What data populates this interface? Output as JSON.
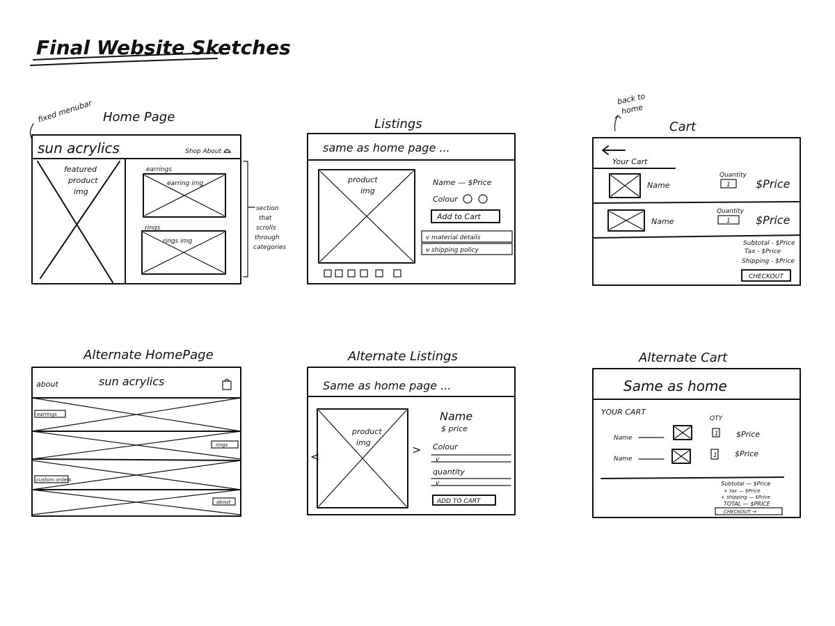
{
  "page_title": "Final Website Sketches",
  "frames": {
    "home": {
      "title": "Home Page",
      "note_fixed_menubar": "fixed menubar",
      "brand": "sun acrylics",
      "nav": "Shop About",
      "featured": [
        "featured",
        "product",
        "img"
      ],
      "earrings_label": "earrings",
      "earrings_img": "earring img",
      "rings_label": "rings",
      "rings_img": "rings img",
      "side_note": [
        "section",
        "that",
        "scrolls",
        "through",
        "categories"
      ]
    },
    "listings": {
      "title": "Listings",
      "header": "same as home page ...",
      "product_img": [
        "product",
        "img"
      ],
      "name_price": "Name — $Price",
      "colour": "Colour",
      "add_to_cart": "Add to Cart",
      "accordion": [
        "v material details",
        "v shipping policy"
      ],
      "thumbnails": 6
    },
    "cart": {
      "title": "Cart",
      "note_back": [
        "back to",
        "home"
      ],
      "your_cart": "Your Cart",
      "items": [
        {
          "name": "Name",
          "qty_label": "Quantity",
          "qty": "1",
          "price": "$Price"
        },
        {
          "name": "Name",
          "qty_label": "Quantity",
          "qty": "1",
          "price": "$Price"
        }
      ],
      "subtotal": "Subtotal - $Price",
      "tax": "Tax - $Price",
      "shipping": "Shipping - $Price",
      "checkout": "CHECKOUT"
    },
    "alt_home": {
      "title": "Alternate HomePage",
      "about": "about",
      "brand": "sun acrylics",
      "tags": [
        "earrings",
        "rings",
        "custom orders",
        "about"
      ]
    },
    "alt_listings": {
      "title": "Alternate Listings",
      "header": "Same as home page ...",
      "product_img": [
        "product",
        "img"
      ],
      "name": "Name",
      "price": "$ price",
      "colour": "Colour",
      "quantity": "quantity",
      "dropdown_mark": "v",
      "add_to_cart": "ADD TO CART",
      "arrow_left": "<",
      "arrow_right": ">"
    },
    "alt_cart": {
      "title": "Alternate Cart",
      "header": "Same as home",
      "your_cart": "YOUR CART",
      "qty": "QTY",
      "items": [
        {
          "name": "Name",
          "qty": "1",
          "price": "$Price"
        },
        {
          "name": "Name",
          "qty": "1",
          "price": "$Price"
        }
      ],
      "subtotal": "Subtotal — $Price",
      "tax": "+ tax — $Price",
      "shipping": "+ shipping — $Price",
      "total": "TOTAL — $PRICE",
      "checkout": "CHECKOUT →"
    }
  }
}
